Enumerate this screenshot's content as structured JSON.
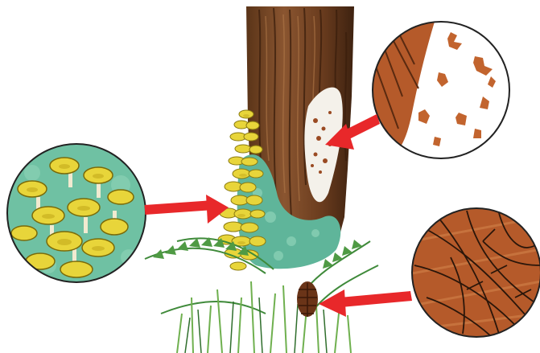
{
  "illustration": {
    "subject": "tree-trunk-with-fungal-decay-and-magnified-insets",
    "colors": {
      "background": "#ffffff",
      "bark_dark": "#4a2a14",
      "bark_mid": "#7a4a26",
      "bark_light": "#a06a3a",
      "mycelium_white": "#f4f1ea",
      "moss_teal": "#5fb59a",
      "moss_light": "#8fd3b8",
      "fern_green": "#3f8a3a",
      "fern_light": "#6fb04f",
      "mushroom_cap": "#e8d53a",
      "mushroom_cap_shade": "#c9b020",
      "mushroom_stem": "#f1ead0",
      "rhizomorph_bg": "#b55a2a",
      "rhizomorph_line": "#2a160a",
      "cone_brown": "#6a3418",
      "inset_border": "#222222",
      "arrow_red": "#e8282a"
    },
    "insets": [
      {
        "name": "honey-fungus-fruiting-bodies"
      },
      {
        "name": "white-mycelial-fan-under-bark"
      },
      {
        "name": "black-rhizomorphs"
      }
    ],
    "arrows": [
      {
        "name": "arrow-to-mushroom-cluster"
      },
      {
        "name": "arrow-to-mycelium-patch"
      },
      {
        "name": "arrow-to-root-rhizomorphs"
      }
    ]
  }
}
